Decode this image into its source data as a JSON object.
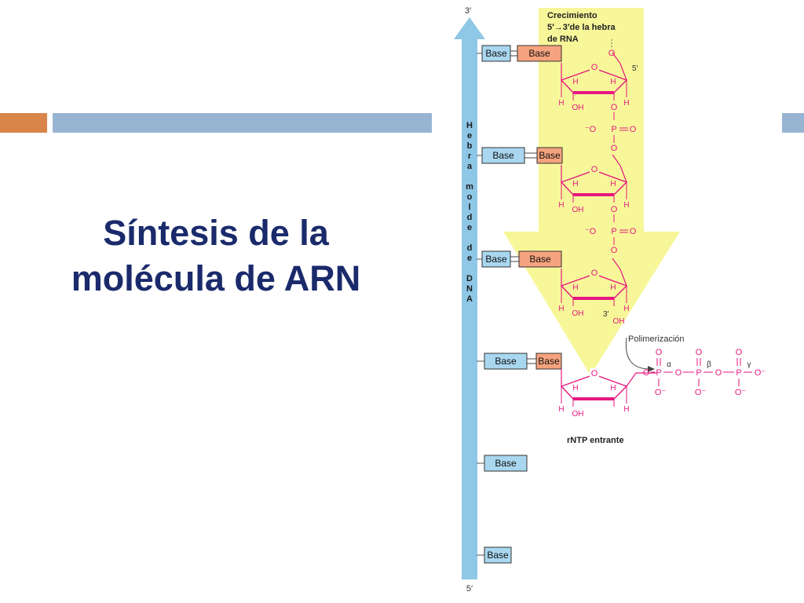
{
  "slide": {
    "title_line1": "Síntesis de la",
    "title_line2": "molécula de ARN"
  },
  "diagram": {
    "dna_strand": {
      "end_top": "3′",
      "end_bottom": "5′",
      "label_letters": [
        "H",
        "e",
        "b",
        "r",
        "a",
        "m",
        "o",
        "l",
        "d",
        "e",
        "d",
        "e",
        "D",
        "N",
        "A"
      ]
    },
    "growth_label": [
      "Crecimiento",
      "5′→3′de la hebra",
      "de RNA"
    ],
    "template_base": "Base",
    "rna_base": "Base",
    "prime_5": "5′",
    "prime_3": "3′",
    "atoms": {
      "O": "O",
      "H": "H",
      "OH": "OH",
      "P": "P",
      "O_minus_left": "⁻O",
      "O_minus_right": "O⁻",
      "O_minus": "O⁻"
    },
    "polymerization_label": "Polimerización",
    "phosphate_greek": [
      "α",
      "β",
      "γ"
    ],
    "incoming_label": "rNTP entrante",
    "colors": {
      "dna_arrow": "#8fc7e6",
      "template_base_fill": "#a9d7ef",
      "rna_base_fill": "#f5a27e",
      "rna_backbone": "#e6177f",
      "yellow_arrow": "#f7f79a",
      "title": "#1a2a6b"
    }
  }
}
